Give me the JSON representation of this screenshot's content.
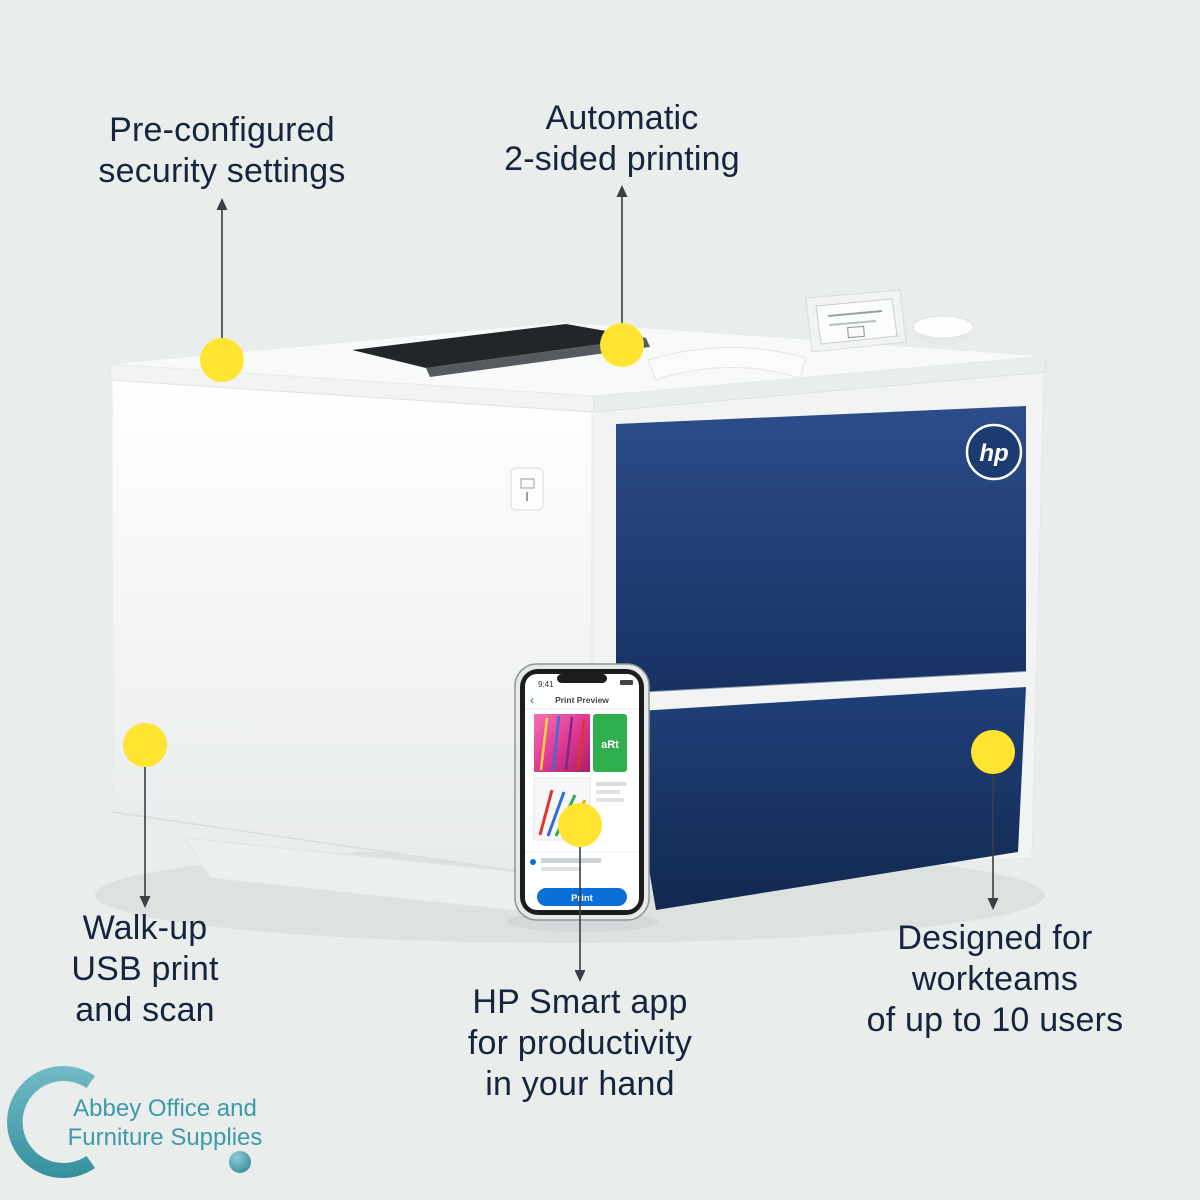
{
  "page": {
    "background": "#e9edec"
  },
  "colors": {
    "accent_yellow": "#ffe431",
    "text_navy": "#16243e",
    "printer_navy": "#1f3d72",
    "printer_navy_dark": "#152e5a",
    "leader_line": "#3a3f45",
    "logo_teal": "#3f99a7",
    "phone_button_blue": "#0a6fd6",
    "art_card_green": "#2fae4e"
  },
  "callouts": {
    "security": {
      "lines": [
        "Pre-configured",
        "security settings"
      ]
    },
    "duplex": {
      "lines": [
        "Automatic",
        "2-sided printing"
      ]
    },
    "usb": {
      "lines": [
        "Walk-up",
        "USB print",
        "and scan"
      ]
    },
    "smart_app": {
      "lines": [
        "HP Smart app",
        "for productivity",
        "in your hand"
      ]
    },
    "workteams": {
      "lines": [
        "Designed for",
        "workteams",
        "of up to 10 users"
      ]
    }
  },
  "printer": {
    "brand_logo": "hp"
  },
  "phone": {
    "status_time": "9:41",
    "title": "Print Preview",
    "back_chevron": "‹",
    "art_card_label": "aRt",
    "print_button_label": "Print"
  },
  "vendor": {
    "name_line1": "Abbey Office and",
    "name_line2": "Furniture Supplies"
  }
}
